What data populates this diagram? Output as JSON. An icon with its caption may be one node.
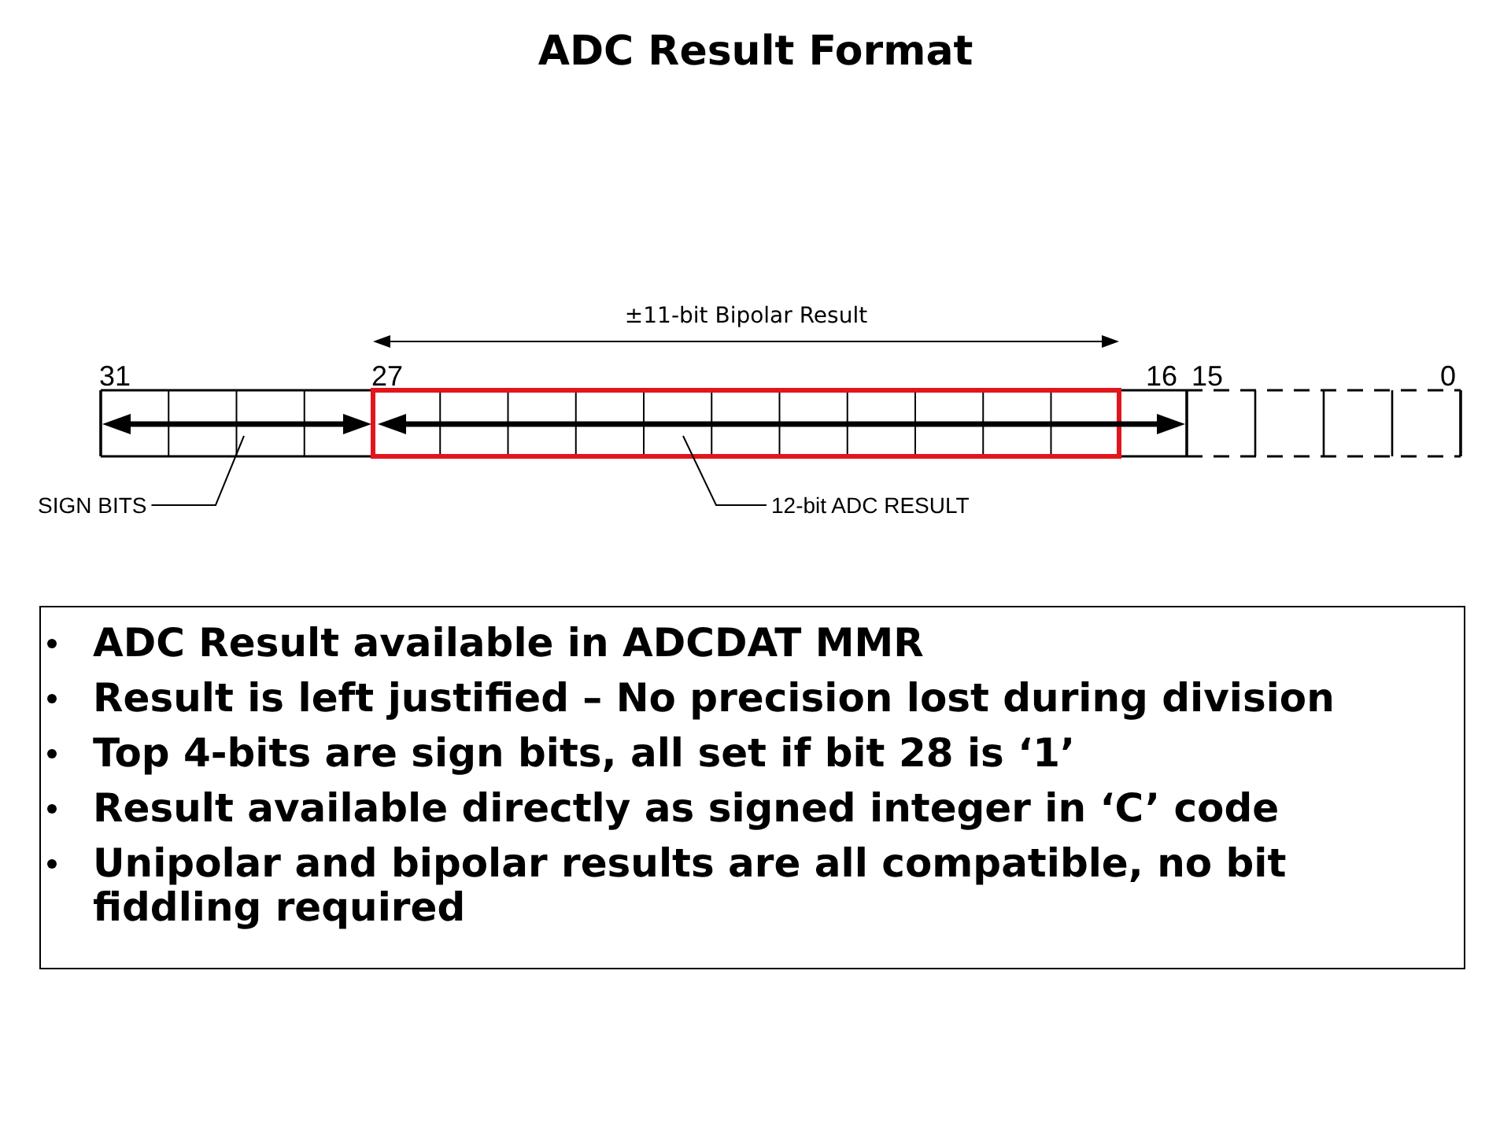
{
  "diagram": {
    "title": "ADC Result Format",
    "nodes": [
      {
        "text": [],
        "shape": "arrow"
      },
      {
        "text": [],
        "shape": "arrow"
      },
      {
        "text": [
          "SIGN BITS"
        ]
      },
      {
        "text": [
          "12-bit ADC RESULT"
        ]
      },
      {
        "text": [
          "ADC Result available in ADCDAT MMR",
          "Result is left justified – No precision lost during division",
          "Top 4-bits are sign bits, all set if bit 28 is ‘1’",
          "Result available directly as signed integer in ‘C’ code",
          "Unipolar and bipolar results are all compatible, no bit fiddling required"
        ]
      }
    ],
    "edges": [
      {
        "from": 2,
        "to": 0,
        "arrow": "none"
      },
      {
        "from": 3,
        "to": 1,
        "arrow": "none"
      }
    ],
    "labels": [
      "±11-bit Bipolar Result",
      "31",
      "27",
      "16",
      "15",
      "0"
    ]
  }
}
